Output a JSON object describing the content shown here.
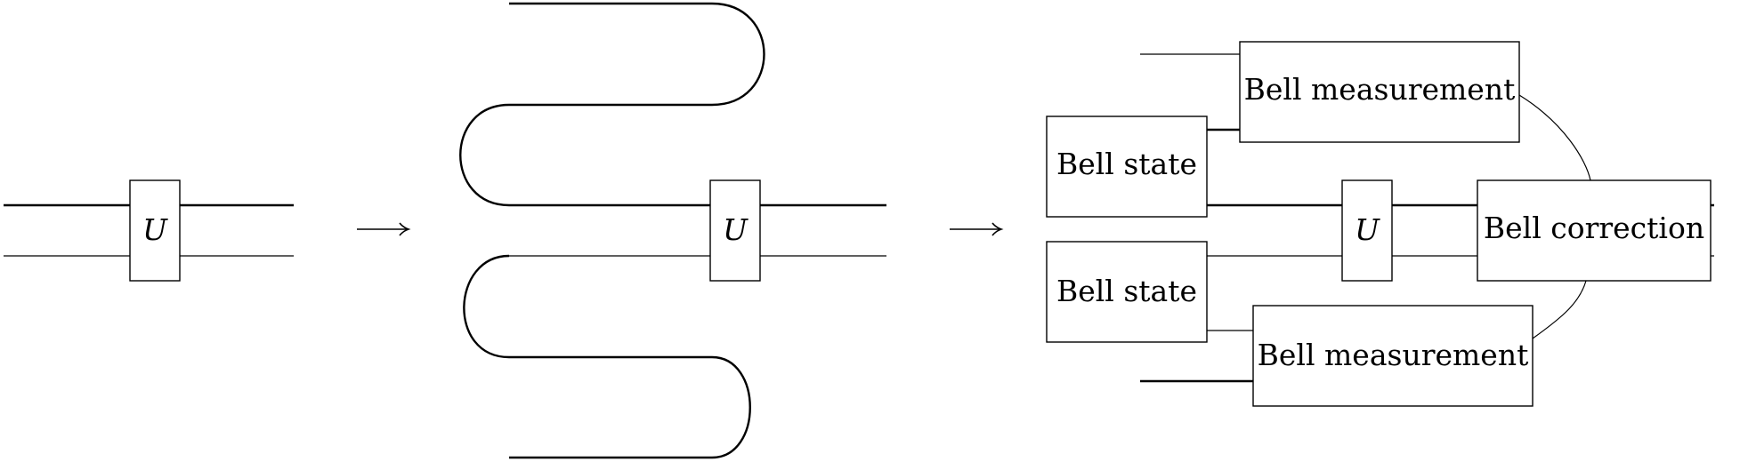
{
  "panel1": {
    "gate_label": "U"
  },
  "panel2": {
    "gate_label": "U"
  },
  "panel3": {
    "gate_label": "U",
    "bell_state_top": "Bell state",
    "bell_state_bottom": "Bell state",
    "bell_measurement_top": "Bell measurement",
    "bell_measurement_bottom": "Bell measurement",
    "bell_correction": "Bell correction"
  }
}
